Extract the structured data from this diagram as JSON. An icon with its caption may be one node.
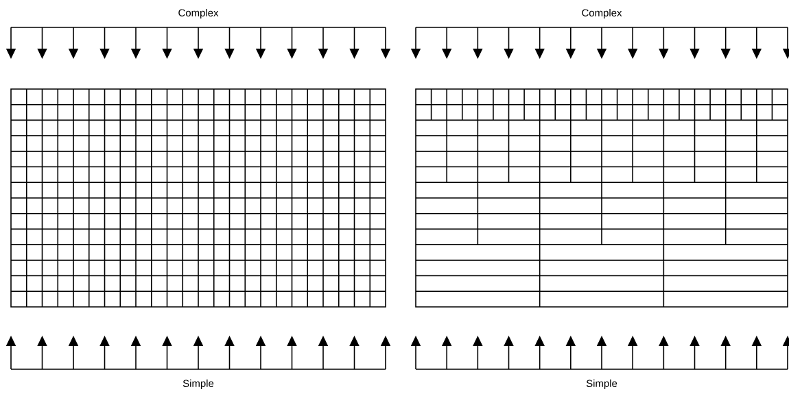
{
  "diagram": {
    "labels": [
      "Complex",
      "Complex",
      "Simple",
      "Simple"
    ]
  }
}
